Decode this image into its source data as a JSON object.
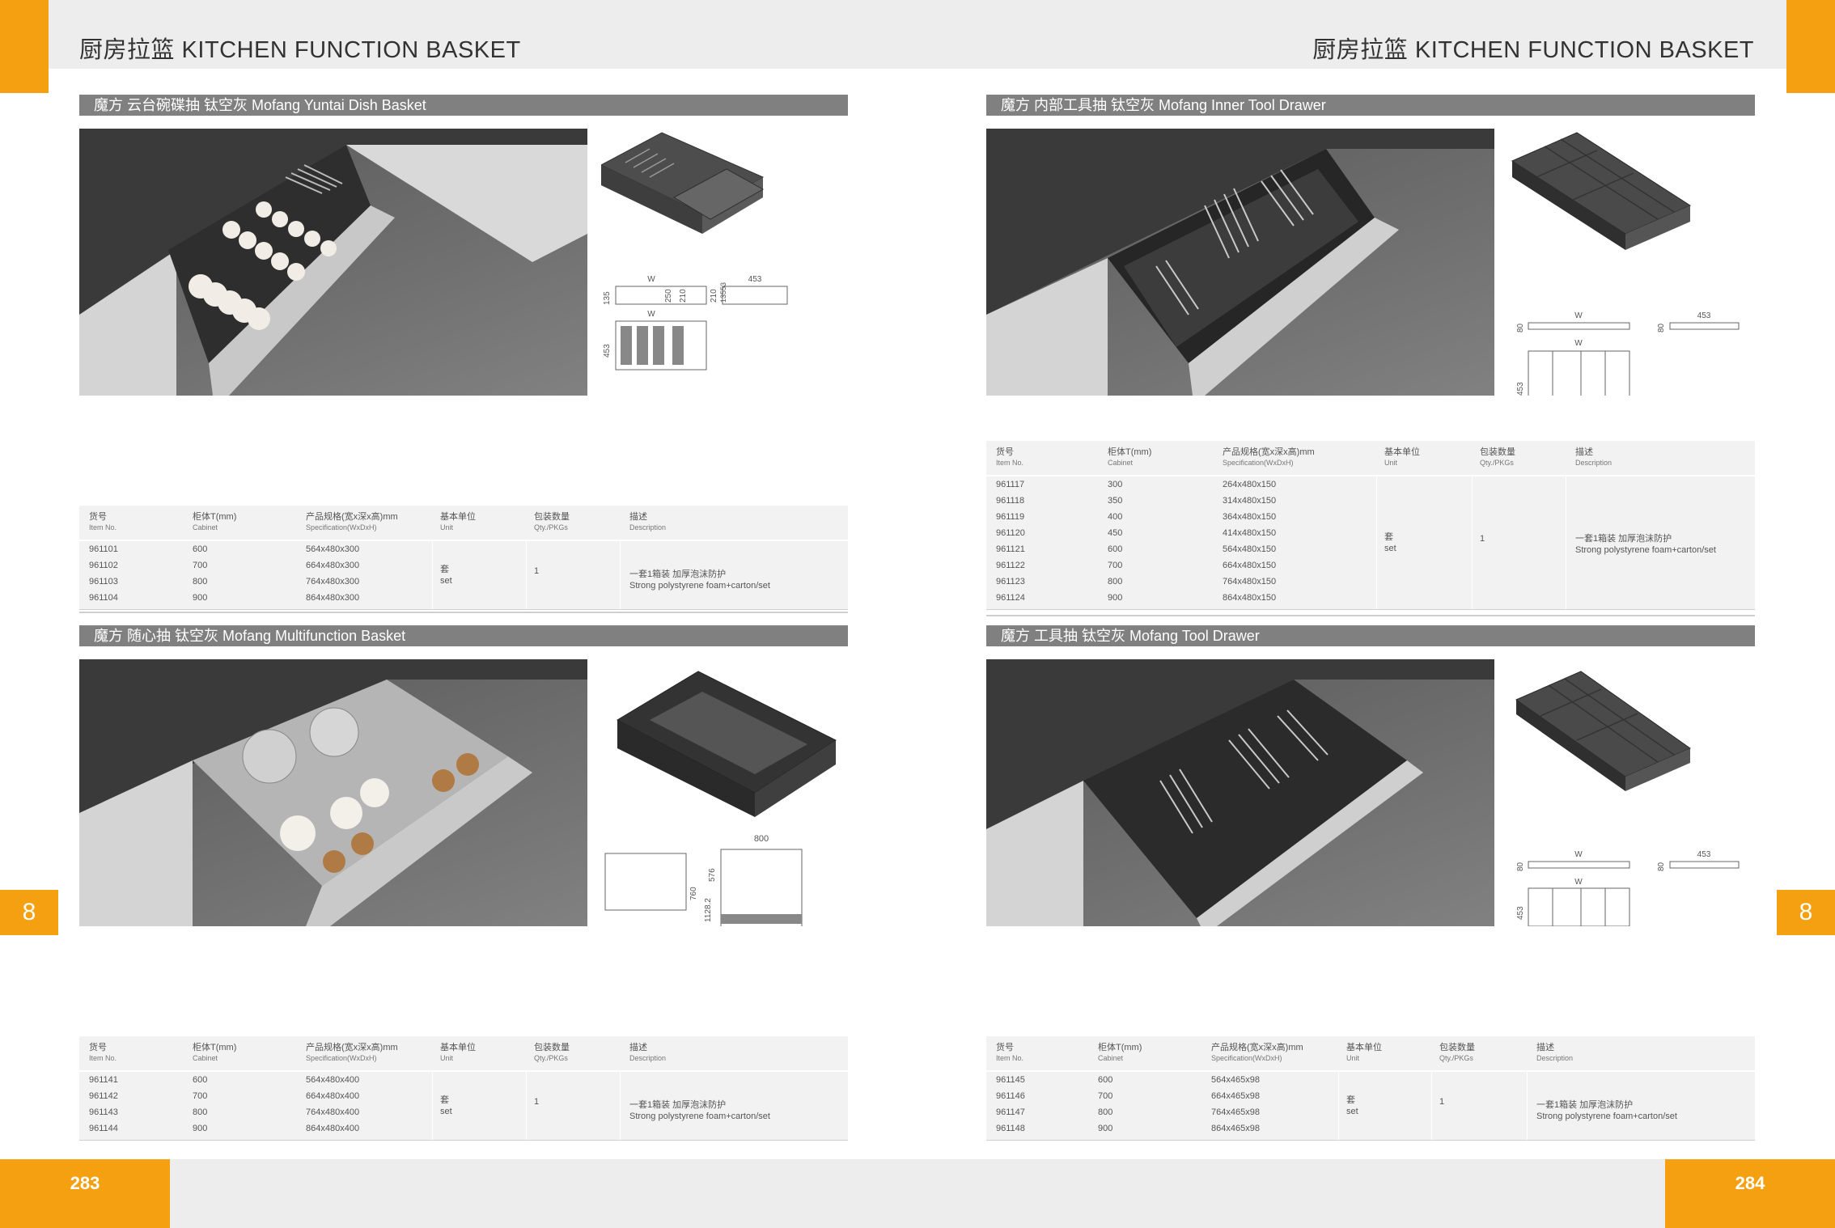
{
  "header": {
    "title_left": "厨房拉篮  KITCHEN FUNCTION BASKET",
    "title_right": "厨房拉篮  KITCHEN FUNCTION BASKET"
  },
  "chapter": {
    "left": "8",
    "right": "8"
  },
  "footer": {
    "page_left": "283",
    "page_right": "284"
  },
  "columns": {
    "item_cn": "货号",
    "item_en": "Item No.",
    "cabinet_cn": "柜体T(mm)",
    "cabinet_en": "Cabinet",
    "spec_cn": "产品规格(宽x深x高)mm",
    "spec_en": "Specification(WxDxH)",
    "unit_cn": "基本单位",
    "unit_en": "Unit",
    "qty_cn": "包装数量",
    "qty_en": "Qty./PKGs",
    "desc_cn": "描述",
    "desc_en": "Description"
  },
  "common": {
    "unit_cn": "套",
    "unit_en": "set",
    "qty": "1",
    "desc_cn": "一套1箱装 加厚泡沫防护",
    "desc_en": "Strong polystyrene foam+carton/set"
  },
  "sections": [
    {
      "title": "魔方  云台碗碟抽  钛空灰    Mofang Yuntai Dish Basket",
      "dims": {
        "w": "W",
        "w2": "W",
        "d453": "453",
        "h135": "135",
        "h250": "250",
        "h210a": "210",
        "h210b": "210",
        "h135b": "135",
        "h53": "53",
        "d453b": "453"
      },
      "rows": [
        {
          "item": "961101",
          "cabinet": "600",
          "spec": "564x480x300"
        },
        {
          "item": "961102",
          "cabinet": "700",
          "spec": "664x480x300"
        },
        {
          "item": "961103",
          "cabinet": "800",
          "spec": "764x480x300"
        },
        {
          "item": "961104",
          "cabinet": "900",
          "spec": "864x480x300"
        }
      ]
    },
    {
      "title": "魔方  随心抽  钛空灰    Mofang Multifunction Basket",
      "dims": {
        "w800": "800",
        "h576": "576",
        "h760": "760",
        "h1128": "1128.2"
      },
      "rows": [
        {
          "item": "961141",
          "cabinet": "600",
          "spec": "564x480x400"
        },
        {
          "item": "961142",
          "cabinet": "700",
          "spec": "664x480x400"
        },
        {
          "item": "961143",
          "cabinet": "800",
          "spec": "764x480x400"
        },
        {
          "item": "961144",
          "cabinet": "900",
          "spec": "864x480x400"
        }
      ]
    },
    {
      "title": "魔方  内部工具抽  钛空灰    Mofang Inner Tool Drawer",
      "dims": {
        "w": "W",
        "w2": "W",
        "d453": "453",
        "h80a": "80",
        "h80b": "80",
        "d453b": "453"
      },
      "rows": [
        {
          "item": "961117",
          "cabinet": "300",
          "spec": "264x480x150"
        },
        {
          "item": "961118",
          "cabinet": "350",
          "spec": "314x480x150"
        },
        {
          "item": "961119",
          "cabinet": "400",
          "spec": "364x480x150"
        },
        {
          "item": "961120",
          "cabinet": "450",
          "spec": "414x480x150"
        },
        {
          "item": "961121",
          "cabinet": "600",
          "spec": "564x480x150"
        },
        {
          "item": "961122",
          "cabinet": "700",
          "spec": "664x480x150"
        },
        {
          "item": "961123",
          "cabinet": "800",
          "spec": "764x480x150"
        },
        {
          "item": "961124",
          "cabinet": "900",
          "spec": "864x480x150"
        }
      ]
    },
    {
      "title": "魔方  工具抽  钛空灰    Mofang Tool Drawer",
      "dims": {
        "w": "W",
        "w2": "W",
        "d453": "453",
        "h80a": "80",
        "h80b": "80",
        "d453b": "453"
      },
      "rows": [
        {
          "item": "961145",
          "cabinet": "600",
          "spec": "564x465x98"
        },
        {
          "item": "961146",
          "cabinet": "700",
          "spec": "664x465x98"
        },
        {
          "item": "961147",
          "cabinet": "800",
          "spec": "764x465x98"
        },
        {
          "item": "961148",
          "cabinet": "900",
          "spec": "864x465x98"
        }
      ]
    }
  ]
}
